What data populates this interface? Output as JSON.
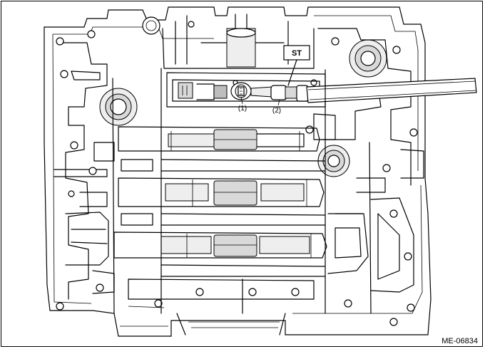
{
  "figure": {
    "tool_label": "ST",
    "callouts": [
      "(1)",
      "(2)"
    ],
    "figure_id": "ME-06834"
  },
  "icons": {
    "engine_block": "engine-block-drawing",
    "special_tool": "special-tool-bar"
  }
}
